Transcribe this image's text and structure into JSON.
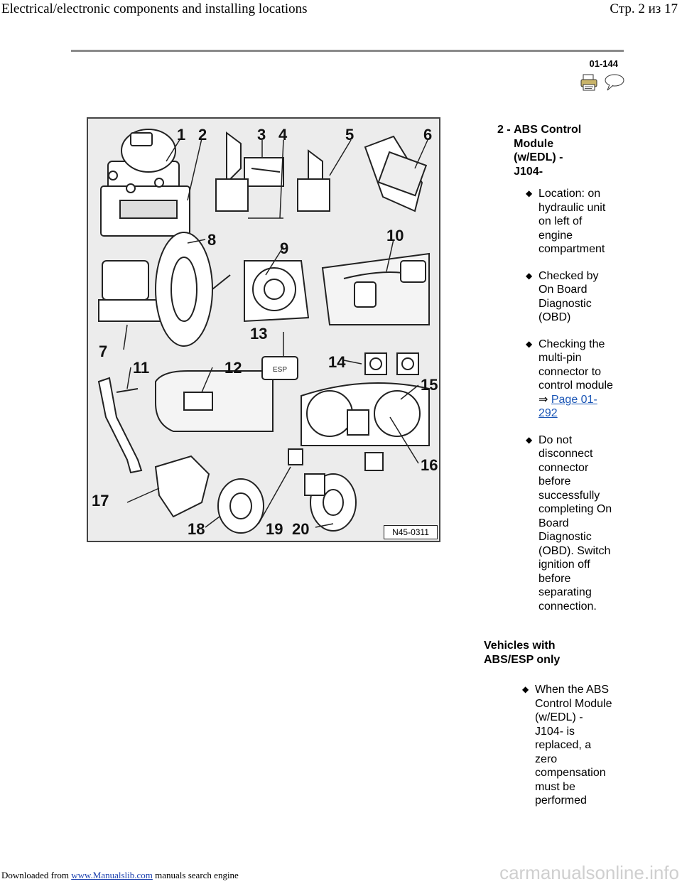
{
  "header": {
    "title": "Electrical/electronic components and installing locations",
    "page_info": "Стр. 2 из 17"
  },
  "page_number": "01-144",
  "icons": [
    "printer-icon",
    "speech-bubble-icon"
  ],
  "figure": {
    "code": "N45-0311",
    "labels": [
      "1",
      "2",
      "3",
      "4",
      "5",
      "6",
      "7",
      "8",
      "9",
      "10",
      "11",
      "12",
      "13",
      "14",
      "15",
      "16",
      "17",
      "18",
      "19",
      "20"
    ]
  },
  "item": {
    "number": "2 - ",
    "title": "ABS Control Module (w/EDL) - J104-"
  },
  "bullets": [
    {
      "text": "Location: on hydraulic unit on left of engine compartment"
    },
    {
      "text": "Checked by On Board Diagnostic (OBD)"
    },
    {
      "text": "Checking the multi-pin connector to control module ⇒",
      "link": "Page 01-292"
    },
    {
      "text": "Do not disconnect connector before successfully completing On Board Diagnostic (OBD). Switch ignition off before separating connection."
    }
  ],
  "section": {
    "heading": "Vehicles with ABS/ESP only",
    "bullet": "When the ABS Control Module (w/EDL) - J104- is replaced, a zero compensation must be performed"
  },
  "footer": {
    "prefix": "Downloaded from ",
    "link": "www.Manualslib.com",
    "suffix": " manuals search engine",
    "watermark": "carmanualsonline.info"
  }
}
